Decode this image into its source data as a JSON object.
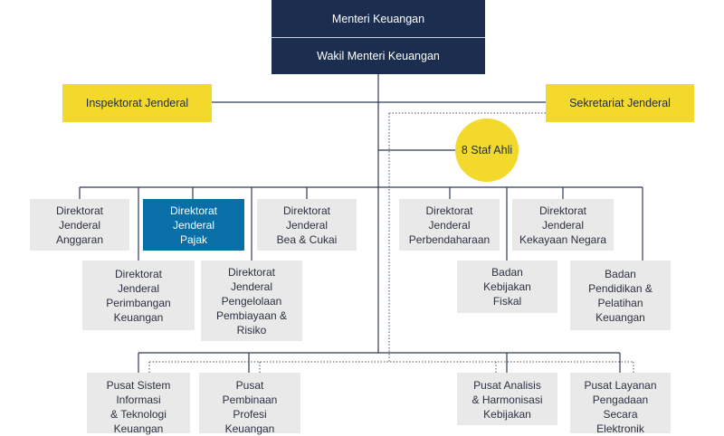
{
  "org_chart": {
    "top": {
      "minister": "Menteri Keuangan",
      "vice_minister": "Wakil Menteri Keuangan"
    },
    "inspectorate": "Inspektorat Jenderal",
    "secretariat": "Sekretariat Jenderal",
    "expert_staff": "8 Staf Ahli",
    "left_row1": [
      "Direktorat\nJenderal\nAnggaran",
      "Direktorat\nJenderal\nPajak",
      "Direktorat\nJenderal\nBea & Cukai"
    ],
    "left_row2": [
      "Direktorat\nJenderal\nPerimbangan\nKeuangan",
      "Direktorat\nJenderal\nPengelolaan\nPembiayaan &\nRisiko"
    ],
    "right_row1": [
      "Direktorat\nJenderal\nPerbendaharaan",
      "Direktorat\nJenderal\nKekayaan Negara"
    ],
    "right_row2": [
      "Badan\nKebijakan\nFiskal",
      "Badan\nPendidikan &\nPelatihan\nKeuangan"
    ],
    "centers": [
      "Pusat Sistem\nInformasi\n& Teknologi\nKeuangan",
      "Pusat\nPembinaan\nProfesi\nKeuangan",
      "Pusat Analisis\n& Harmonisasi\nKebijakan",
      "Pusat Layanan\nPengadaan\nSecara\nElektronik"
    ],
    "colors": {
      "navy": "#1c2e4f",
      "yellow": "#f2d92c",
      "highlight": "#0a6fa6",
      "box": "#e9e9e9"
    }
  }
}
